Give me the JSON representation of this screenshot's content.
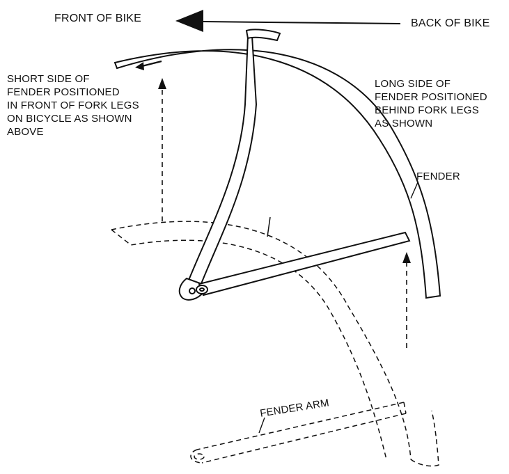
{
  "diagram": {
    "front_label": "FRONT OF BIKE",
    "back_label": "BACK OF BIKE",
    "short_side_note": [
      "SHORT SIDE OF",
      "FENDER POSITIONED",
      "IN FRONT OF FORK LEGS",
      "ON BICYCLE AS SHOWN",
      "ABOVE"
    ],
    "long_side_note": [
      "LONG SIDE OF",
      "FENDER POSITIONED",
      "BEHIND FORK LEGS",
      "AS SHOWN"
    ],
    "fender_label": "FENDER",
    "fender_arm_label": "FENDER ARM",
    "colors": {
      "ink": "#111111",
      "background": "#ffffff"
    }
  }
}
